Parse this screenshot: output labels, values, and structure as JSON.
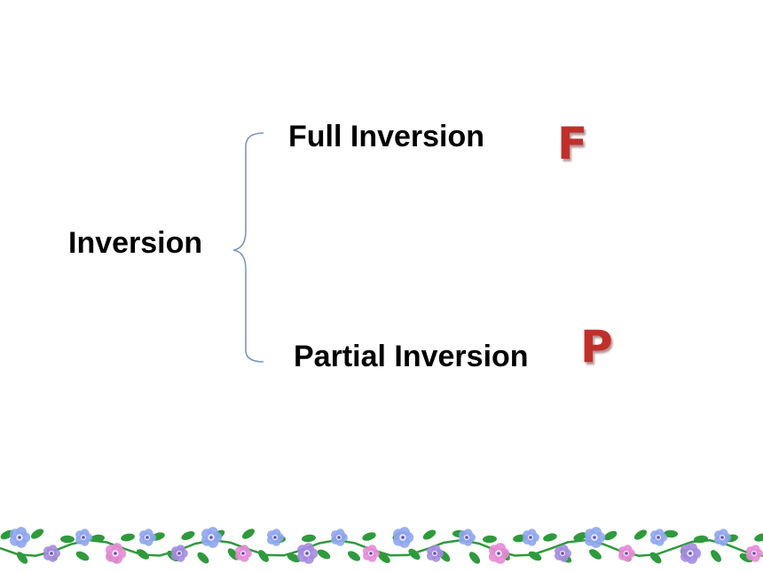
{
  "diagram": {
    "root": "Inversion",
    "branches": [
      {
        "label": "Full Inversion",
        "letter": "F"
      },
      {
        "label": "Partial Inversion",
        "letter": "P"
      }
    ]
  },
  "colors": {
    "text": "#000000",
    "letter": "#c0302a",
    "brace": "#7b96c2",
    "leaf": "#2e9a3c",
    "flower_blue": "#8fa6ee",
    "flower_purple": "#a58be0",
    "flower_pink": "#e58bd6"
  },
  "decoration": {
    "border": "flower-vine-border"
  }
}
